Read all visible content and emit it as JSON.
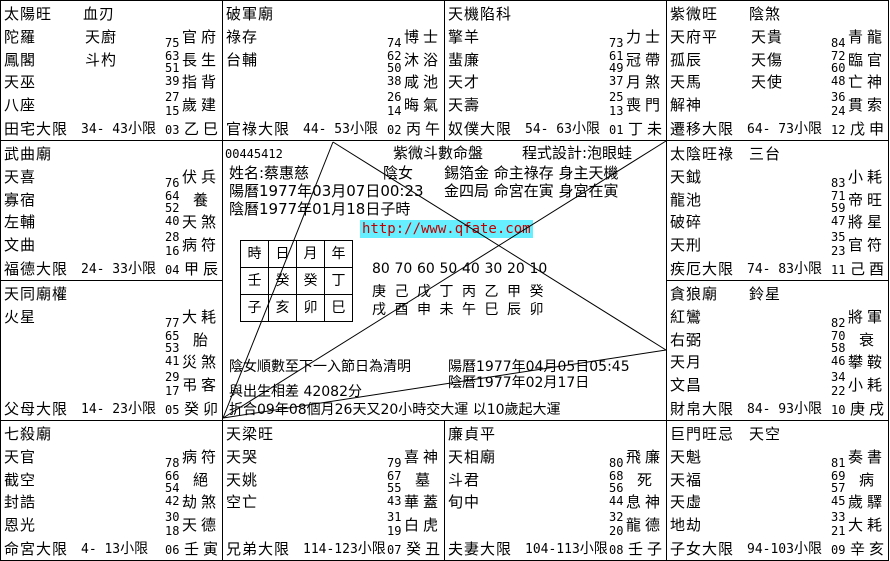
{
  "header": {
    "id": "00445412",
    "title": "紫微斗數命盤",
    "designer": "程式設計:泡眼蛙"
  },
  "info": {
    "name": "姓名:蔡惠慈",
    "gender": "陰女",
    "nayin_line": "錫箔金 命主祿存 身主天機",
    "solar": "陽曆1977年03月07日00:23",
    "ju_line": "金四局 命宮在寅 身宮在寅",
    "lunar": "陰曆1977年01月18日子時",
    "url": "http://www.qfate.com"
  },
  "pillars": {
    "headers": [
      "時",
      "日",
      "月",
      "年"
    ],
    "stems": [
      "壬",
      "癸",
      "癸",
      "丁"
    ],
    "branches": [
      "子",
      "亥",
      "卯",
      "巳"
    ]
  },
  "dayun": {
    "ages": [
      "80",
      "70",
      "60",
      "50",
      "40",
      "30",
      "20",
      "10"
    ],
    "stems": [
      "庚",
      "己",
      "戊",
      "丁",
      "丙",
      "乙",
      "甲",
      "癸"
    ],
    "branches": [
      "戌",
      "酉",
      "申",
      "未",
      "午",
      "巳",
      "辰",
      "卯"
    ]
  },
  "notes": {
    "line1": "陰女順數至下一入節日為清明",
    "jie_solar": "陽曆1977年04月05日05:45",
    "jie_lunar": "陰曆1977年02月17日",
    "diff": "與出生相差 42082分",
    "convert": "折合09年08個月26天又20小時交大運 以10歲起大運"
  },
  "labels": {
    "daxian": "大限",
    "xiaoxian": "小限"
  },
  "palaces": [
    {
      "branch": "巳",
      "title": "太陽旺",
      "title2": "血刃",
      "stars": [
        [
          "陀羅",
          "天廚"
        ],
        [
          "鳳閣",
          "斗杓"
        ],
        [
          "天巫",
          ""
        ],
        [
          "八座",
          ""
        ]
      ],
      "nums": [
        "75",
        "63",
        "51",
        "39",
        "27",
        "15"
      ],
      "gods": [
        "官府",
        "長生",
        "指背",
        "歲建"
      ],
      "palace": "田宅",
      "range": "34- 43",
      "xiao": "03",
      "ganzhi": "乙巳"
    },
    {
      "branch": "午",
      "title": "破軍廟",
      "title2": "",
      "stars": [
        [
          "祿存",
          ""
        ],
        [
          "台輔",
          ""
        ]
      ],
      "nums": [
        "74",
        "62",
        "50",
        "38",
        "26",
        "14"
      ],
      "gods": [
        "博士",
        "沐浴",
        "咸池",
        "晦氣"
      ],
      "palace": "官祿",
      "range": "44- 53",
      "xiao": "02",
      "ganzhi": "丙午"
    },
    {
      "branch": "未",
      "title": "天機陷科",
      "title2": "",
      "stars": [
        [
          "擎羊",
          ""
        ],
        [
          "蜚廉",
          ""
        ],
        [
          "天才",
          ""
        ],
        [
          "天壽",
          ""
        ]
      ],
      "nums": [
        "73",
        "61",
        "49",
        "37",
        "25",
        "13"
      ],
      "gods": [
        "力士",
        "冠帶",
        "月煞",
        "喪門"
      ],
      "palace": "奴僕",
      "range": "54- 63",
      "xiao": "01",
      "ganzhi": "丁未"
    },
    {
      "branch": "申",
      "title": "紫微旺",
      "title2": "陰煞",
      "stars": [
        [
          "天府平",
          "天貴"
        ],
        [
          "孤辰",
          "天傷"
        ],
        [
          "天馬",
          "天使"
        ],
        [
          "解神",
          ""
        ]
      ],
      "nums": [
        "84",
        "72",
        "60",
        "48",
        "36",
        "24"
      ],
      "gods": [
        "青龍",
        "臨官",
        "亡神",
        "貫索"
      ],
      "palace": "遷移",
      "range": "64- 73",
      "xiao": "12",
      "ganzhi": "戊申"
    },
    {
      "branch": "辰",
      "title": "武曲廟",
      "title2": "",
      "stars": [
        [
          "天喜",
          ""
        ],
        [
          "寡宿",
          ""
        ],
        [
          "左輔",
          ""
        ],
        [
          "文曲",
          ""
        ]
      ],
      "nums": [
        "76",
        "64",
        "52",
        "40",
        "28",
        "16"
      ],
      "gods": [
        "伏兵",
        "養",
        "天煞",
        "病符"
      ],
      "palace": "福德",
      "range": "24- 33",
      "xiao": "04",
      "ganzhi": "甲辰"
    },
    {
      "branch": "酉",
      "title": "太陰旺祿",
      "title2": "三台",
      "stars": [
        [
          "天鉞",
          ""
        ],
        [
          "龍池",
          ""
        ],
        [
          "破碎",
          ""
        ],
        [
          "天刑",
          ""
        ]
      ],
      "nums": [
        "83",
        "71",
        "59",
        "47",
        "35",
        "23"
      ],
      "gods": [
        "小耗",
        "帝旺",
        "將星",
        "官符"
      ],
      "palace": "疾厄",
      "range": "74- 83",
      "xiao": "11",
      "ganzhi": "己酉"
    },
    {
      "branch": "卯",
      "title": "天同廟權",
      "title2": "",
      "stars": [
        [
          "火星",
          ""
        ]
      ],
      "nums": [
        "77",
        "65",
        "53",
        "41",
        "29",
        "17"
      ],
      "gods": [
        "大耗",
        "胎",
        "災煞",
        "弔客"
      ],
      "palace": "父母",
      "range": "14- 23",
      "xiao": "05",
      "ganzhi": "癸卯"
    },
    {
      "branch": "戌",
      "title": "貪狼廟",
      "title2": "鈴星",
      "stars": [
        [
          "紅鸞",
          ""
        ],
        [
          "右弼",
          ""
        ],
        [
          "天月",
          ""
        ],
        [
          "文昌",
          ""
        ]
      ],
      "nums": [
        "82",
        "70",
        "58",
        "46",
        "34",
        "22"
      ],
      "gods": [
        "將軍",
        "衰",
        "攀鞍",
        "小耗"
      ],
      "palace": "財帛",
      "range": "84- 93",
      "xiao": "10",
      "ganzhi": "庚戌"
    },
    {
      "branch": "寅",
      "title": "七殺廟",
      "title2": "",
      "stars": [
        [
          "天官",
          ""
        ],
        [
          "截空",
          ""
        ],
        [
          "封誥",
          ""
        ],
        [
          "恩光",
          ""
        ]
      ],
      "nums": [
        "78",
        "66",
        "54",
        "42",
        "30",
        "18"
      ],
      "gods": [
        "病符",
        "絕",
        "劫煞",
        "天德"
      ],
      "palace": "命宮",
      "range": " 4- 13",
      "xiao": "06",
      "ganzhi": "壬寅"
    },
    {
      "branch": "丑",
      "title": "天梁旺",
      "title2": "",
      "stars": [
        [
          "天哭",
          ""
        ],
        [
          "天姚",
          ""
        ],
        [
          "空亡",
          ""
        ]
      ],
      "nums": [
        "79",
        "67",
        "55",
        "43",
        "31",
        "19"
      ],
      "gods": [
        "喜神",
        "墓",
        "華蓋",
        "白虎"
      ],
      "palace": "兄弟",
      "range": "114-123",
      "xiao": "07",
      "ganzhi": "癸丑"
    },
    {
      "branch": "子",
      "title": "廉貞平",
      "title2": "",
      "stars": [
        [
          "天相廟",
          ""
        ],
        [
          "斗君",
          ""
        ],
        [
          "旬中",
          ""
        ]
      ],
      "nums": [
        "80",
        "68",
        "56",
        "44",
        "32",
        "20"
      ],
      "gods": [
        "飛廉",
        "死",
        "息神",
        "龍德"
      ],
      "palace": "夫妻",
      "range": "104-113",
      "xiao": "08",
      "ganzhi": "壬子"
    },
    {
      "branch": "亥",
      "title": "巨門旺忌",
      "title2": "天空",
      "stars": [
        [
          "天魁",
          ""
        ],
        [
          "天福",
          ""
        ],
        [
          "天虛",
          ""
        ],
        [
          "地劫",
          ""
        ]
      ],
      "nums": [
        "81",
        "69",
        "57",
        "45",
        "33",
        "21"
      ],
      "gods": [
        "奏書",
        "病",
        "歲驛",
        "大耗"
      ],
      "palace": "子女",
      "range": "94-103",
      "xiao": "09",
      "ganzhi": "辛亥"
    }
  ]
}
